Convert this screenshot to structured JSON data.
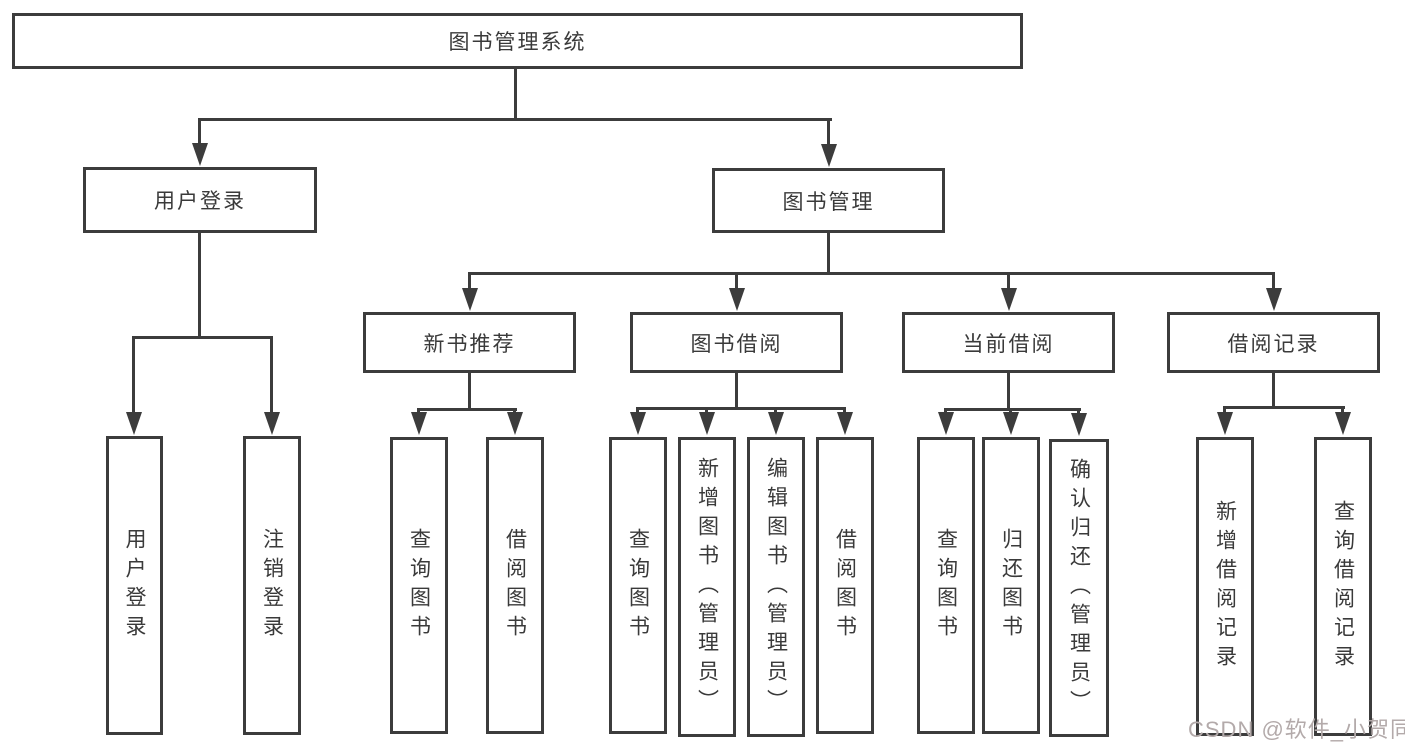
{
  "diagram": {
    "root": {
      "label": "图书管理系统"
    },
    "branches": [
      {
        "label": "用户登录",
        "children": [
          {
            "label": "用户登录"
          },
          {
            "label": "注销登录"
          }
        ]
      },
      {
        "label": "图书管理",
        "children": [
          {
            "label": "新书推荐",
            "children": [
              {
                "label": "查询图书"
              },
              {
                "label": "借阅图书"
              }
            ]
          },
          {
            "label": "图书借阅",
            "children": [
              {
                "label": "查询图书"
              },
              {
                "label": "新增图书（管理员）"
              },
              {
                "label": "编辑图书（管理员）"
              },
              {
                "label": "借阅图书"
              }
            ]
          },
          {
            "label": "当前借阅",
            "children": [
              {
                "label": "查询图书"
              },
              {
                "label": "归还图书"
              },
              {
                "label": "确认归还（管理员）"
              }
            ]
          },
          {
            "label": "借阅记录",
            "children": [
              {
                "label": "新增借阅记录"
              },
              {
                "label": "查询借阅记录"
              }
            ]
          }
        ]
      }
    ],
    "watermark": "CSDN @软件_小贺同学",
    "colors": {
      "line": "#3c3c3c",
      "text": "#3a3a3a",
      "background": "#ffffff",
      "watermark": "#b3aaaa"
    }
  }
}
